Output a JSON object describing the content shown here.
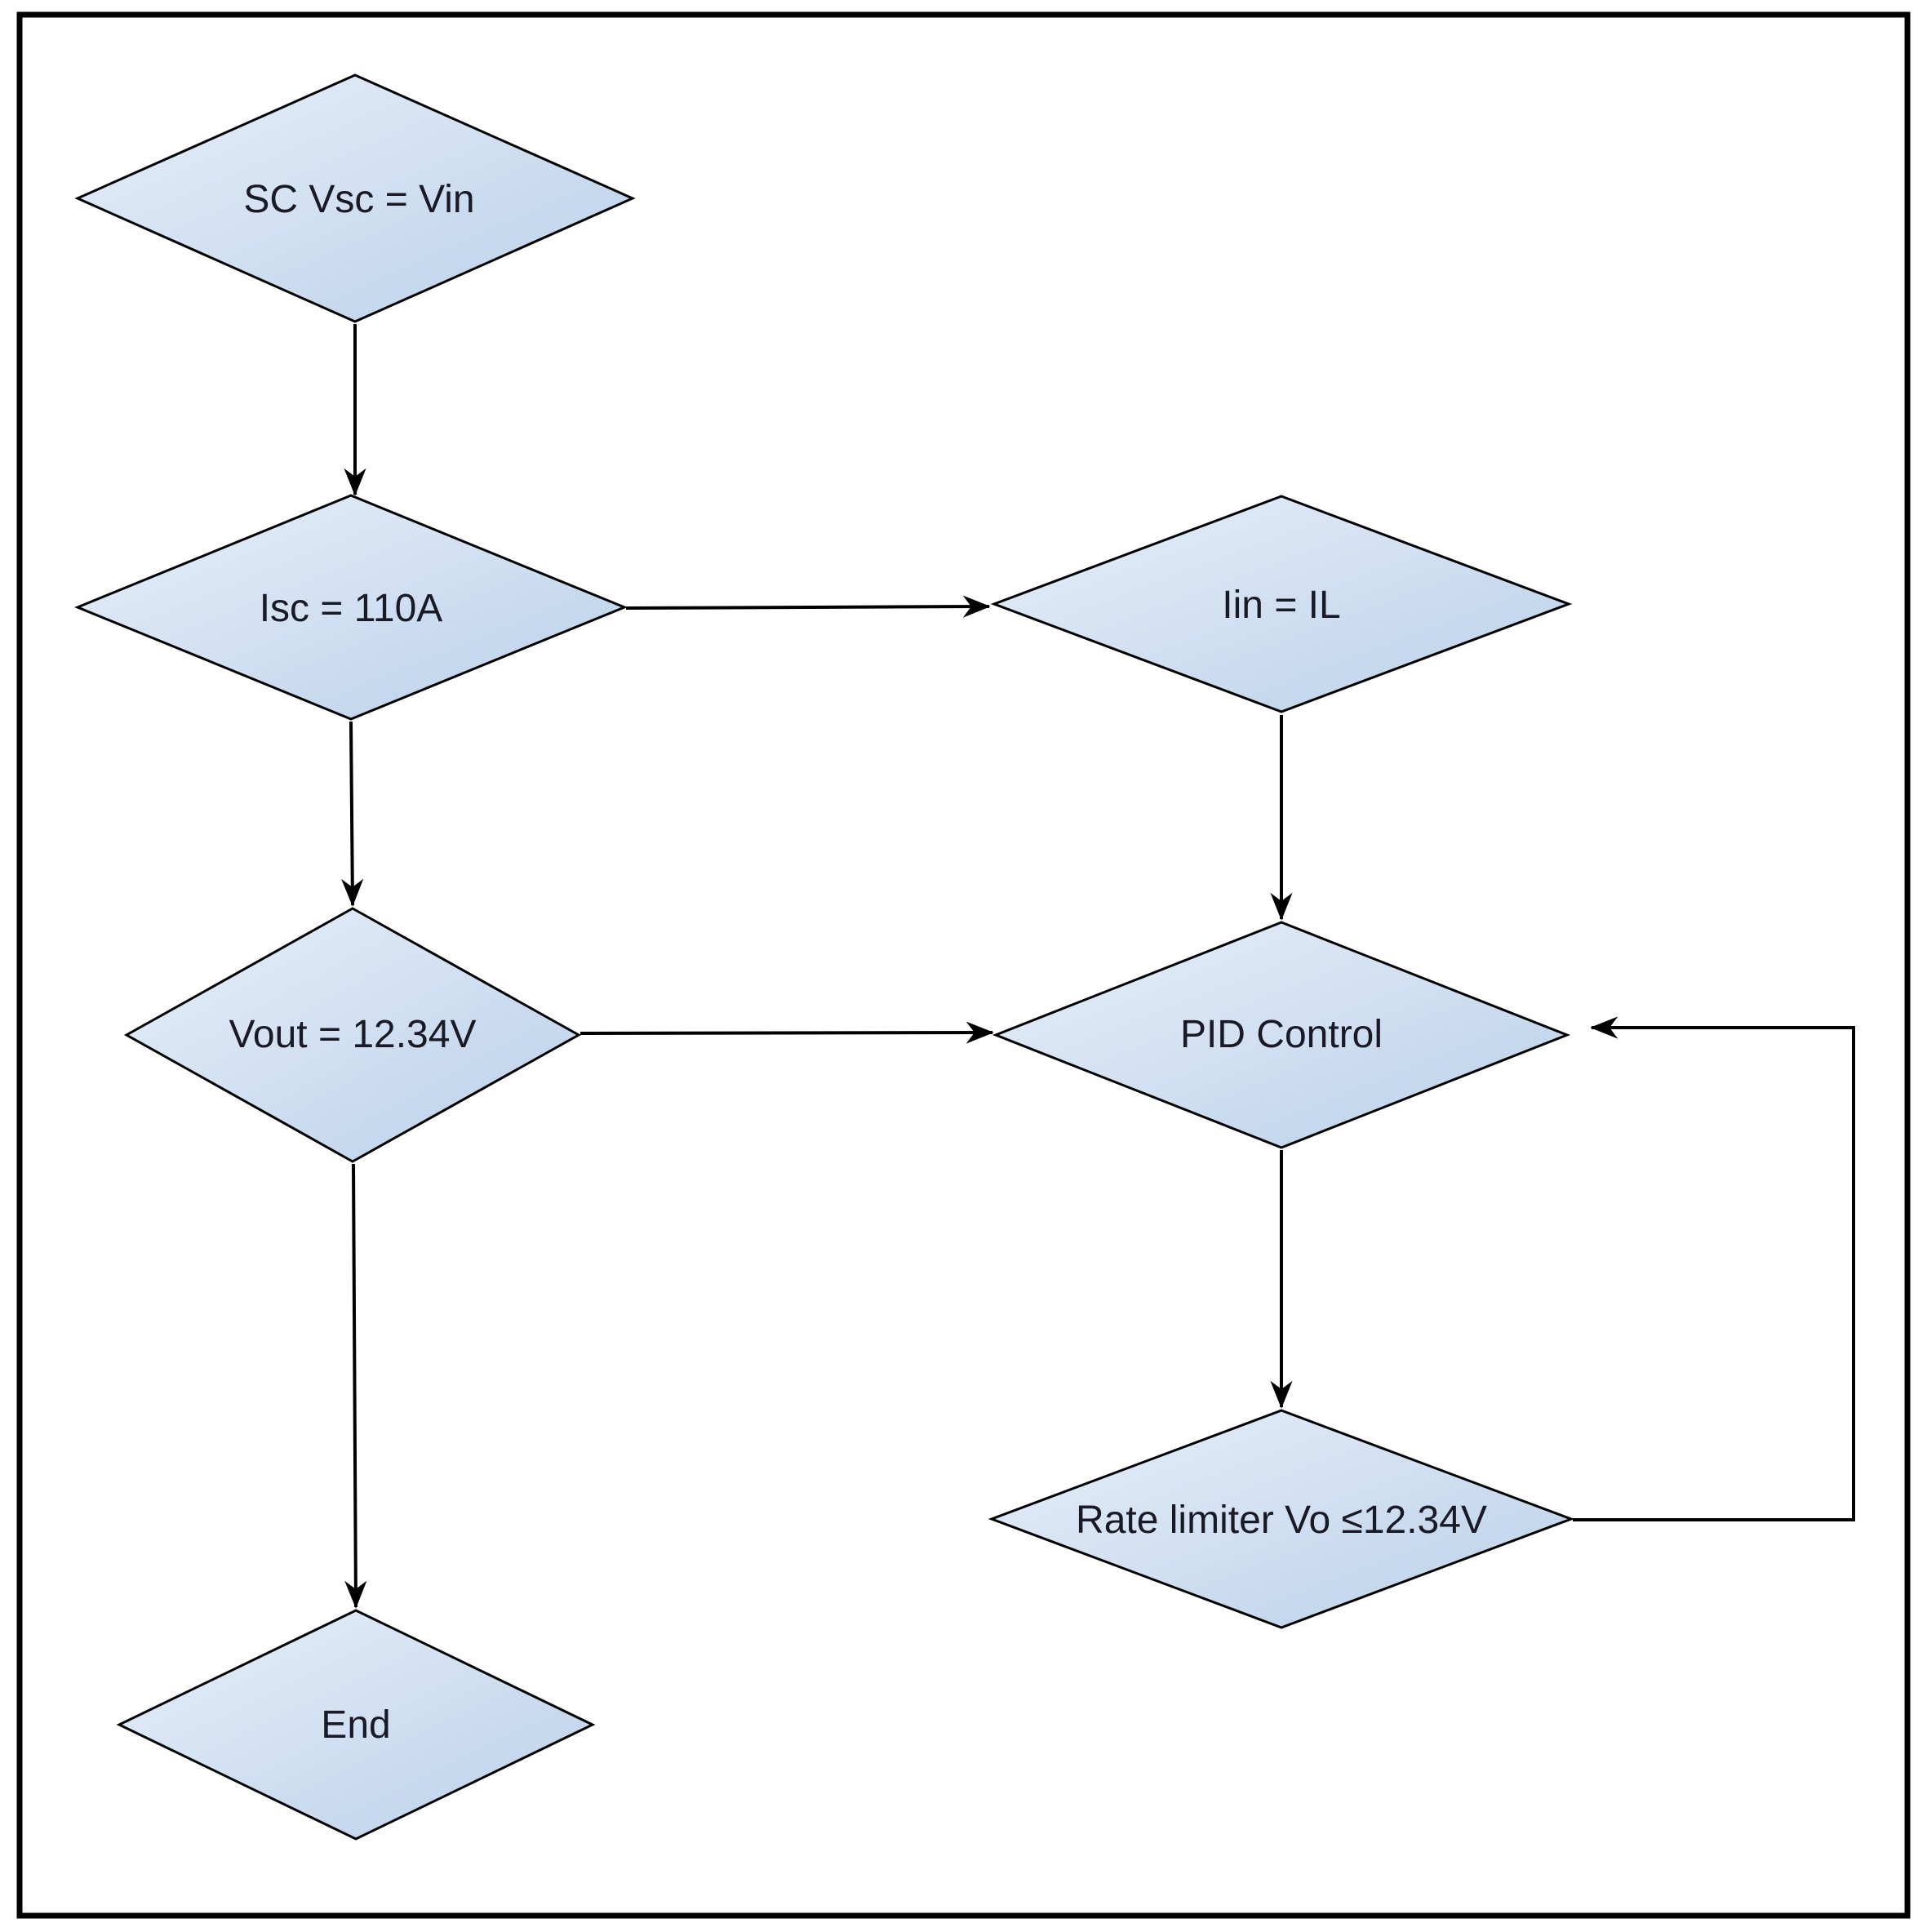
{
  "diagram": {
    "type": "flowchart",
    "background_color": "#ffffff",
    "colors": {
      "node_fill_light": "#e9f0fa",
      "node_fill_dark": "#b9cfe9",
      "node_border": "#000000",
      "edge": "#000000",
      "text": "#1a1a26",
      "frame_border": "#000000"
    },
    "nodes": [
      {
        "id": "start",
        "shape": "diamond",
        "label": "SC Vsc = Vin"
      },
      {
        "id": "isc",
        "shape": "diamond",
        "label": "Isc = 110A"
      },
      {
        "id": "iin",
        "shape": "diamond",
        "label": "Iin = IL"
      },
      {
        "id": "vout",
        "shape": "diamond",
        "label": "Vout = 12.34V"
      },
      {
        "id": "pid",
        "shape": "diamond",
        "label": "PID Control"
      },
      {
        "id": "rate_limiter",
        "shape": "diamond",
        "label": "Rate limiter Vo ≤12.34V"
      },
      {
        "id": "end",
        "shape": "diamond",
        "label": "End"
      }
    ],
    "edges": [
      {
        "from": "start",
        "to": "isc",
        "route": "down"
      },
      {
        "from": "isc",
        "to": "iin",
        "route": "right"
      },
      {
        "from": "iin",
        "to": "pid",
        "route": "down"
      },
      {
        "from": "isc",
        "to": "vout",
        "route": "down"
      },
      {
        "from": "vout",
        "to": "pid",
        "route": "right"
      },
      {
        "from": "pid",
        "to": "rate_limiter",
        "route": "down"
      },
      {
        "from": "rate_limiter",
        "to": "pid",
        "route": "right-up-left loop"
      },
      {
        "from": "vout",
        "to": "end",
        "route": "down"
      }
    ]
  }
}
